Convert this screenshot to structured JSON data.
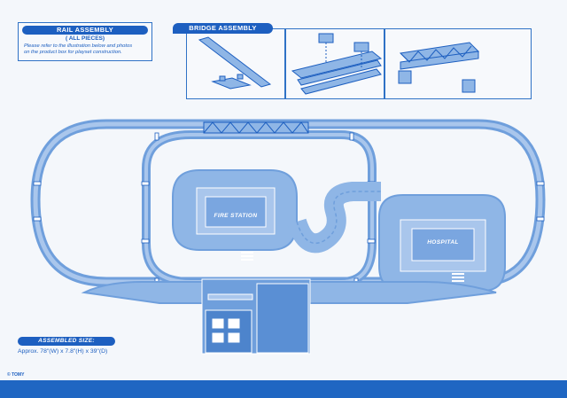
{
  "rail_assembly": {
    "title": "RAIL ASSEMBLY",
    "subtitle": "( ALL PIECES)",
    "note_line1": "Please refer to the illustration below and photos",
    "note_line2": "on the product box for playset construction."
  },
  "bridge_assembly": {
    "title": "BRIDGE ASSEMBLY"
  },
  "layout": {
    "fire_station_label": "FIRE STATION",
    "hospital_label": "HOSPITAL"
  },
  "assembled_size": {
    "title": "ASSEMBLED SIZE:",
    "value": "Approx. 78\"(W) x 7.8\"(H) x 39\"(D)"
  },
  "copyright": "© TOMY",
  "colors": {
    "brand_blue": "#1d5fc0",
    "track_blue": "#6f9fdc",
    "track_fill": "#8fb6e6",
    "paper": "#f4f7fb"
  }
}
